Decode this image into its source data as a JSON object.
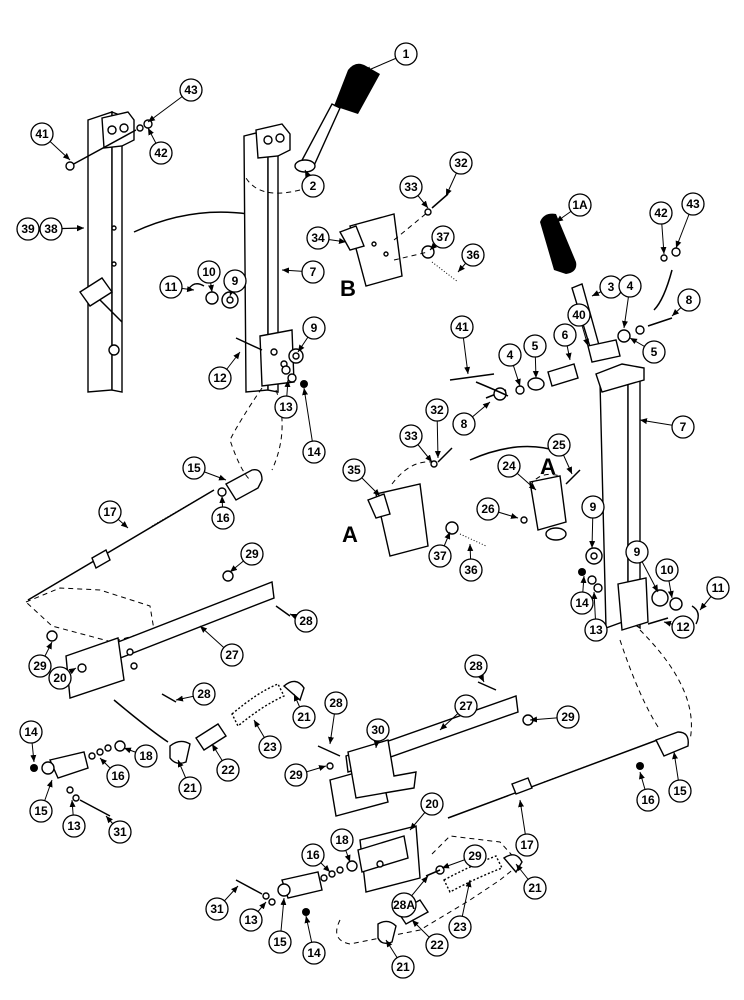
{
  "callouts": [
    "1",
    "1A",
    "2",
    "3",
    "4",
    "5",
    "6",
    "7",
    "8",
    "9",
    "10",
    "11",
    "12",
    "13",
    "14",
    "15",
    "16",
    "17",
    "18",
    "20",
    "21",
    "22",
    "23",
    "24",
    "25",
    "26",
    "27",
    "28",
    "28A",
    "29",
    "30",
    "31",
    "32",
    "33",
    "34",
    "35",
    "36",
    "37",
    "38",
    "39",
    "40",
    "41",
    "42",
    "43"
  ],
  "section_letters": [
    "A",
    "B"
  ]
}
